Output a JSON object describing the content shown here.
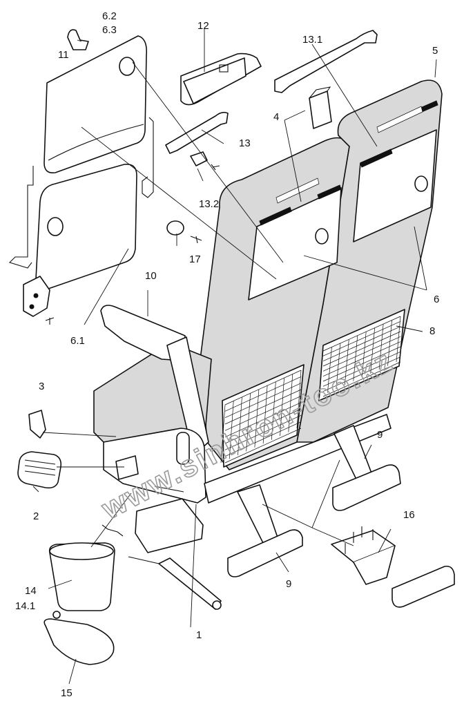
{
  "callouts": {
    "c_6_2": "6.2",
    "c_6_3": "6.3",
    "c_11": "11",
    "c_12": "12",
    "c_13_1": "13.1",
    "c_5": "5",
    "c_4": "4",
    "c_13": "13",
    "c_13_2": "13.2",
    "c_17": "17",
    "c_10": "10",
    "c_6": "6",
    "c_8": "8",
    "c_6_1": "6.1",
    "c_3": "3",
    "c_2": "2",
    "c_9a": "9",
    "c_9b": "9",
    "c_16": "16",
    "c_14": "14",
    "c_14_1": "14.1",
    "c_1": "1",
    "c_15": "15"
  },
  "watermark": "www.sinhron-too.kz",
  "colors": {
    "line": "#111111",
    "fabric": "#d9d9d9",
    "watermark": "#9a9a9a",
    "background": "#ffffff"
  }
}
